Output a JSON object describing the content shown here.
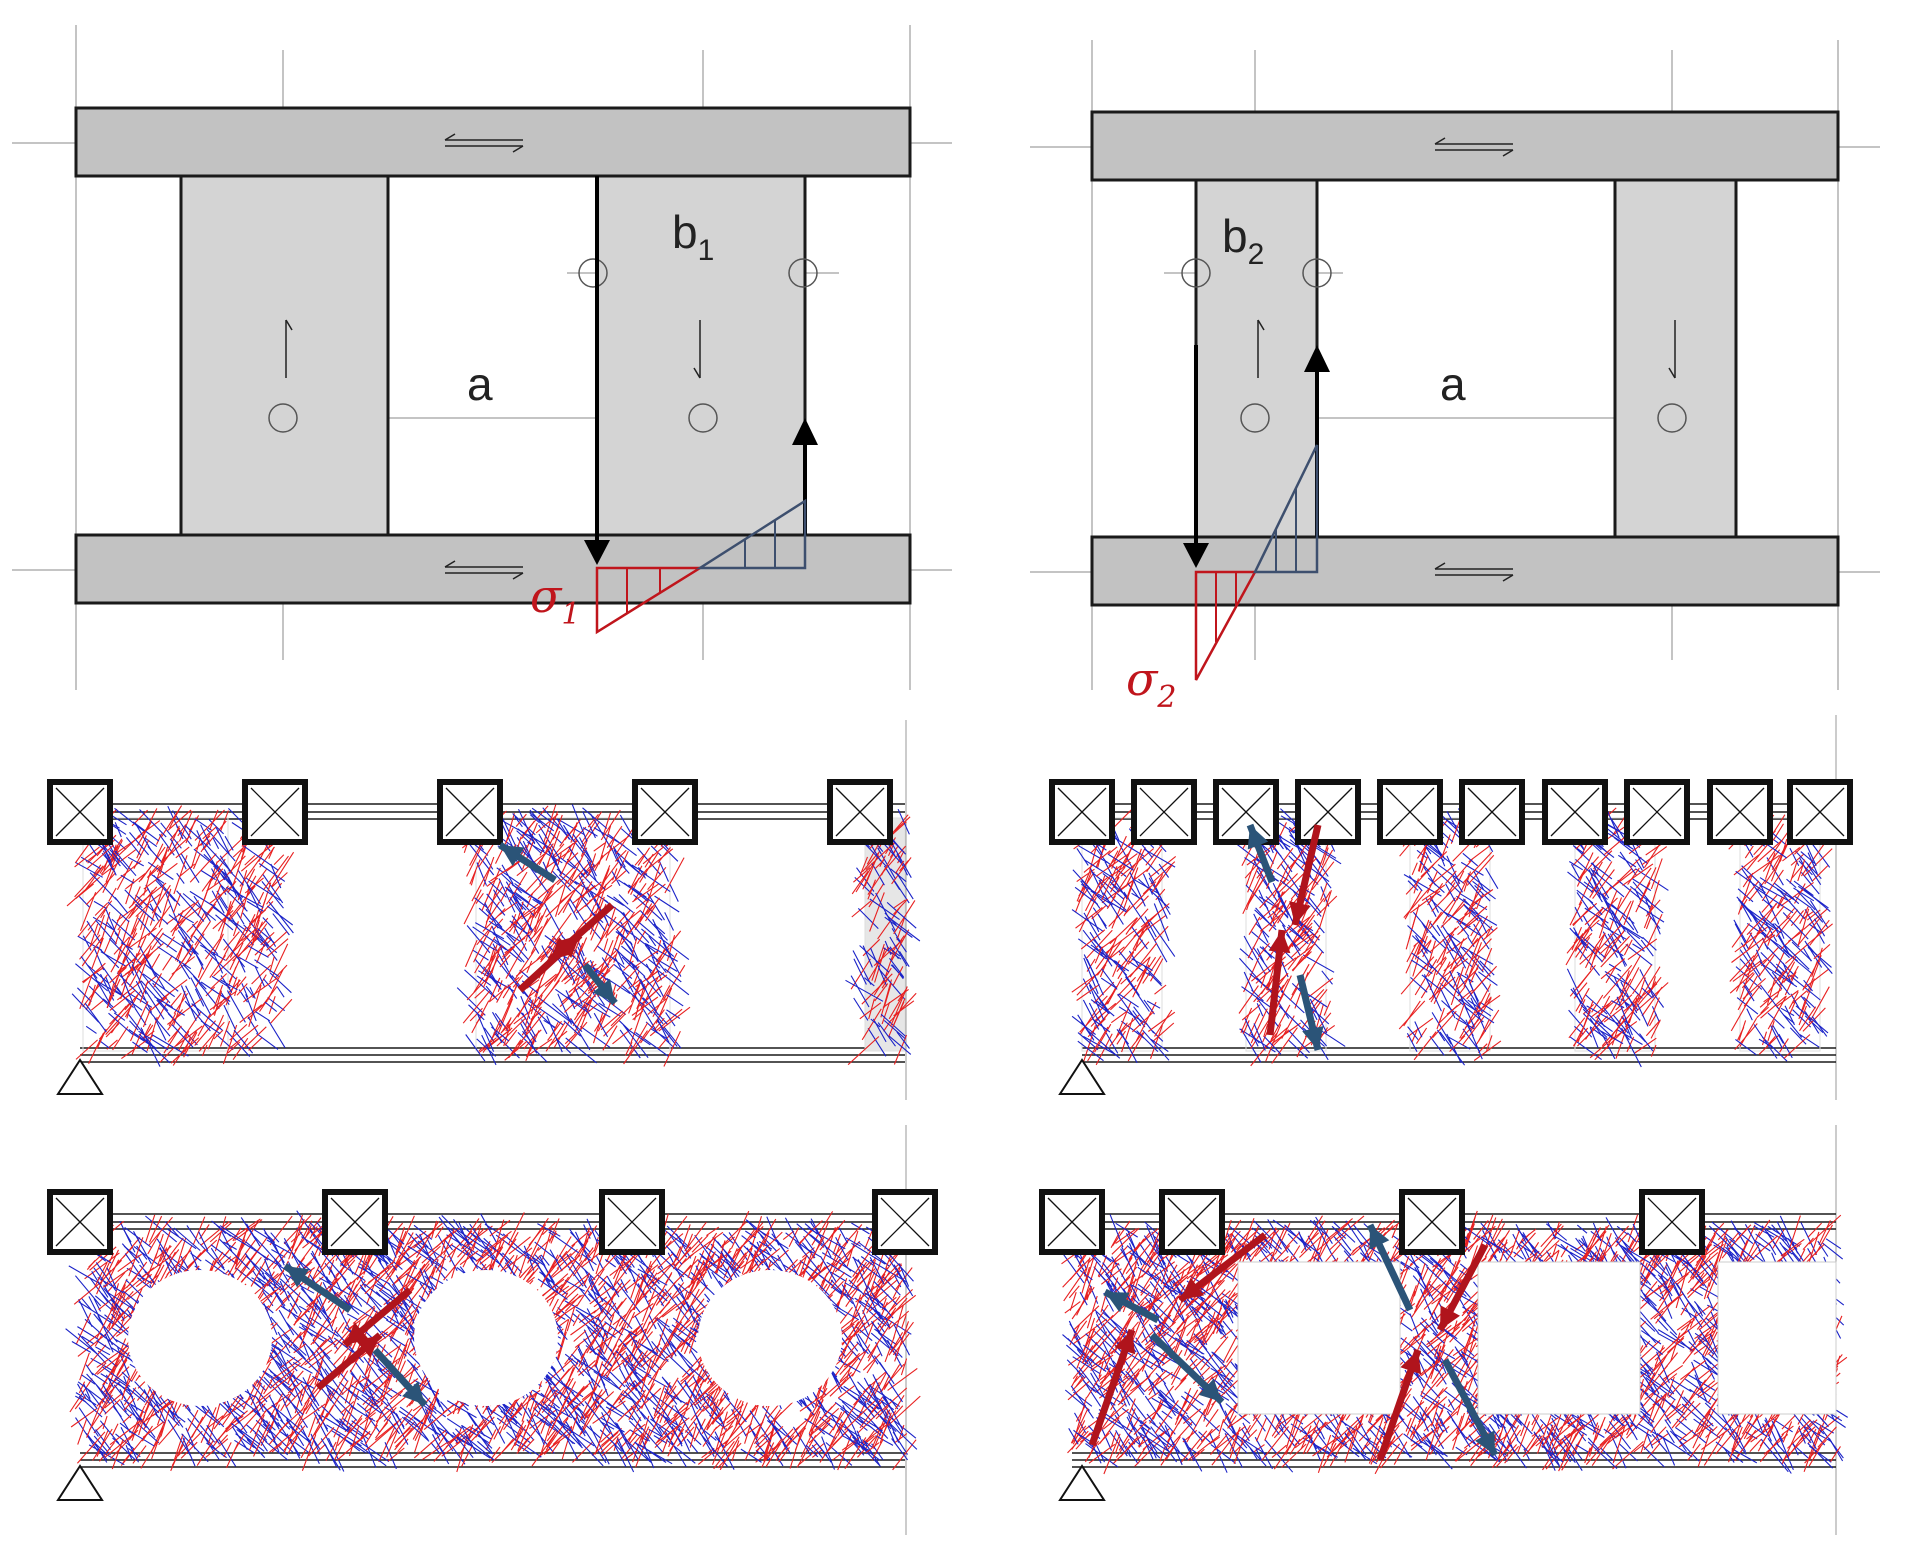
{
  "figure": {
    "colors": {
      "beam": "#c2c2c2",
      "pier": "#d4d4d4",
      "outline": "#1a1a1a",
      "guide": "#888888",
      "compression": "#e82020",
      "tension": "#1a22c8",
      "stress_red": "#c0151c",
      "stress_blue": "#3d4f6e",
      "resultant_red": "#b0141c",
      "resultant_blue": "#2b5478",
      "background": "#ffffff"
    },
    "panel_left": {
      "width_label": "b",
      "width_sub": "1",
      "span_label": "a",
      "stress_label": "σ",
      "stress_sub": "1"
    },
    "panel_right": {
      "width_label": "b",
      "width_sub": "2",
      "span_label": "a",
      "stress_label": "σ",
      "stress_sub": "2"
    },
    "icons": [
      "support-triangle-icon",
      "loaded-node-box-icon",
      "centroid-circle-icon",
      "shear-arrow-icon"
    ],
    "legend": []
  }
}
